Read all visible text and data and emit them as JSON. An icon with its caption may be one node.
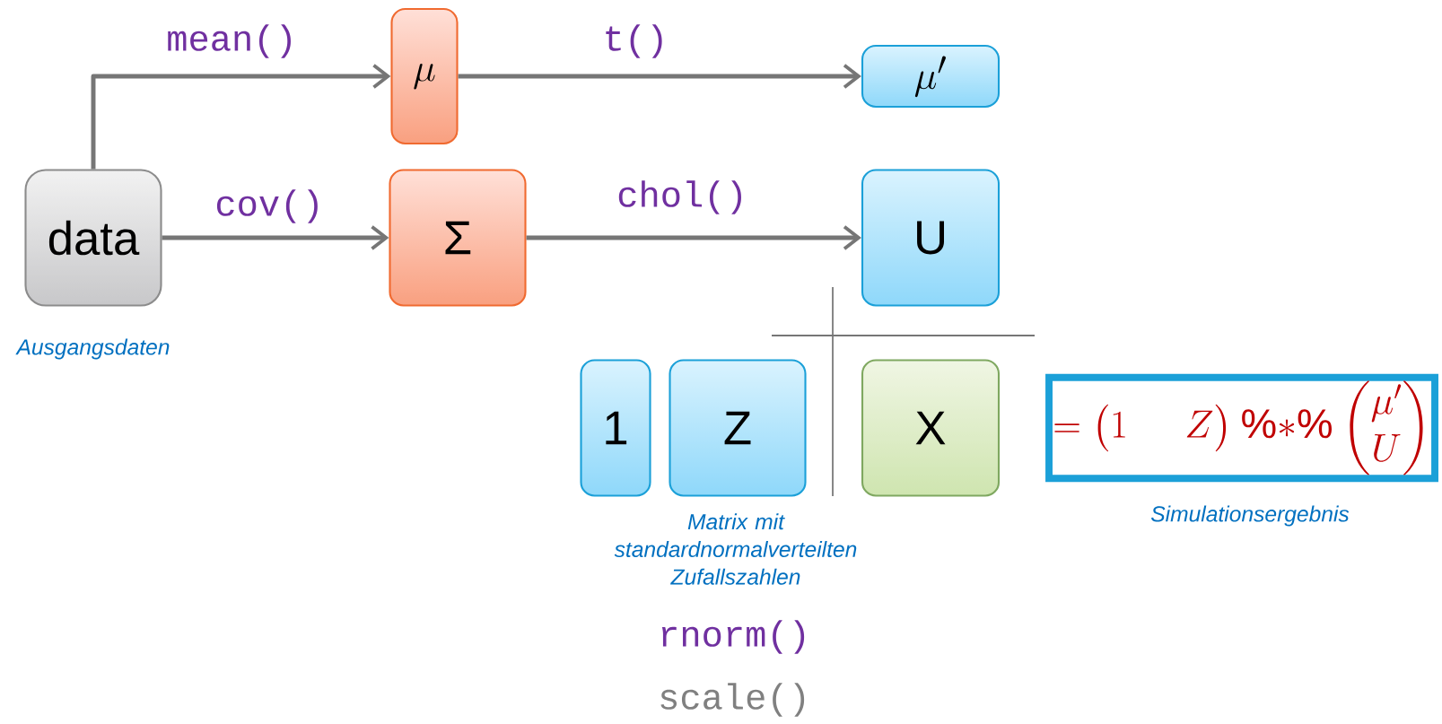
{
  "diagram": {
    "nodes": [
      {
        "text": [
          "data"
        ],
        "beside": [
          "Ausgangsdaten"
        ]
      },
      {
        "text": [
          "\\mu"
        ]
      },
      {
        "text": [
          "Σ"
        ]
      },
      {
        "text": [
          "\\mu'"
        ]
      },
      {
        "text": [
          "U"
        ]
      },
      {
        "text": [
          "1"
        ]
      },
      {
        "text": [
          "Z"
        ],
        "beside": [
          "Matrix mit standardnormalverteilten Zufallszahlen"
        ]
      },
      {
        "text": [
          "X"
        ]
      },
      {
        "text": [
          "= \\begin{pmatrix}1 & \\quad Z\\end{pmatrix} \\mathbin{\\%{*}\\%} \\begin{pmatrix}\\mu' \\\\ U\\end{pmatrix}"
        ],
        "beside": [
          "Simulationsergebnis"
        ]
      }
    ],
    "edges": [
      {
        "from": 0,
        "to": 1,
        "arrow": "to",
        "label": "mean()"
      },
      {
        "from": 0,
        "to": 2,
        "arrow": "to",
        "label": "cov()"
      },
      {
        "from": 1,
        "to": 3,
        "arrow": "to",
        "label": "t()"
      },
      {
        "from": 2,
        "to": 4,
        "arrow": "to",
        "label": "chol()"
      }
    ],
    "labels": [
      "rnorm()",
      "scale()"
    ]
  }
}
